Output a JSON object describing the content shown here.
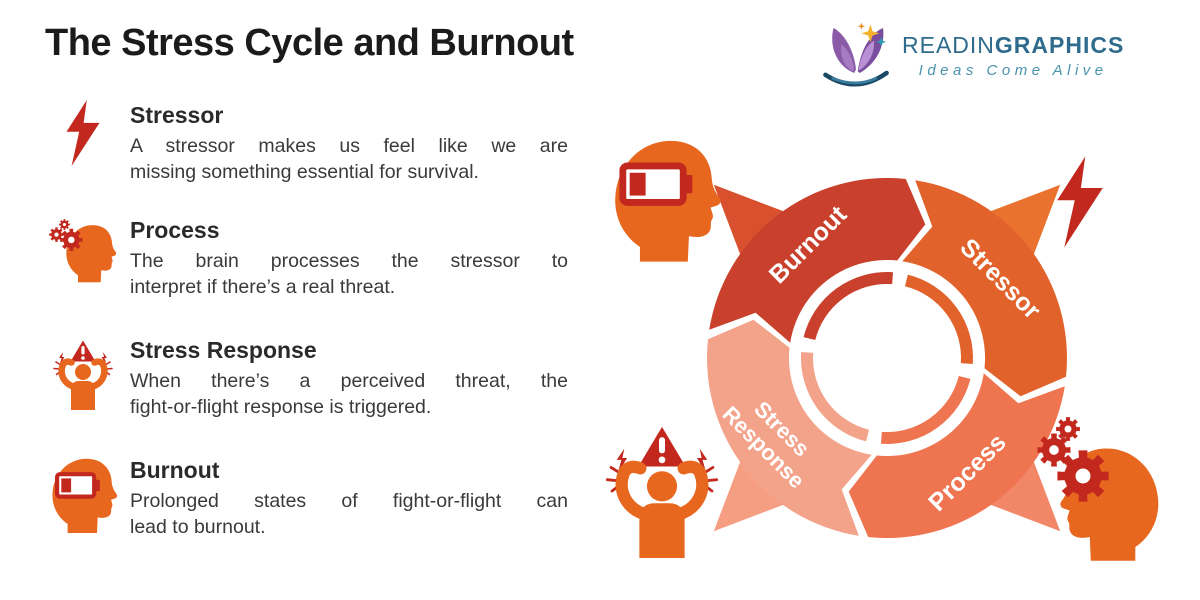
{
  "page": {
    "title": "The Stress Cycle and Burnout",
    "background": "#FFFFFF"
  },
  "logo": {
    "brand_prefix": "READIN",
    "brand_suffix": "GRAPHICS",
    "tagline": "Ideas Come Alive",
    "colors": {
      "brand": "#2F6B8C",
      "tagline": "#4B93AD",
      "book_purple": "#8C5BA8",
      "book_purple_light": "#A77BC4",
      "swoosh_navy": "#1B4A66",
      "star_yellow": "#F3B229",
      "star_teal": "#2E9BB5",
      "star_orange": "#EE8822"
    }
  },
  "sections": [
    {
      "id": "stressor",
      "icon": "lightning-bolt-icon",
      "title": "Stressor",
      "description_lines": [
        "A stressor makes us feel like we are",
        "missing something essential for survival."
      ]
    },
    {
      "id": "process",
      "icon": "head-gears-icon",
      "title": "Process",
      "description_lines": [
        "The brain processes the stressor to",
        "interpret if there’s a real threat."
      ]
    },
    {
      "id": "stress-response",
      "icon": "stressed-person-icon",
      "title": "Stress Response",
      "description_lines": [
        "When there’s a perceived threat, the",
        "fight-or-flight response is triggered."
      ]
    },
    {
      "id": "burnout",
      "icon": "head-battery-icon",
      "title": "Burnout",
      "description_lines": [
        "Prolonged states of fight-or-flight can",
        "lead to burnout."
      ]
    }
  ],
  "cycle": {
    "direction": "clockwise",
    "segments": [
      {
        "id": "burnout",
        "label": "Burnout",
        "color": "#C9402C"
      },
      {
        "id": "stressor",
        "label": "Stressor",
        "color": "#E2622C"
      },
      {
        "id": "process",
        "label": "Process",
        "color": "#EF7450"
      },
      {
        "id": "stress-response",
        "label": "Stress Response",
        "label_line1": "Stress",
        "label_line2": "Response",
        "color": "#F4A38B"
      }
    ],
    "spikes": [
      {
        "position": "top-left",
        "color": "#D8502E"
      },
      {
        "position": "top-right",
        "color": "#E8722E"
      },
      {
        "position": "bottom-right",
        "color": "#F28767"
      },
      {
        "position": "bottom-left",
        "color": "#F59E82"
      }
    ],
    "corner_icons": [
      {
        "name": "head-battery-icon",
        "position": "top-left"
      },
      {
        "name": "lightning-bolt-icon",
        "position": "top-right"
      },
      {
        "name": "head-gears-icon",
        "position": "bottom-right"
      },
      {
        "name": "stressed-person-icon",
        "position": "bottom-left"
      }
    ]
  },
  "colors": {
    "accent_red": "#C2281E",
    "icon_orange": "#E8671F",
    "title_text": "#1B1B1B",
    "heading_text": "#2A2A2A",
    "body_text": "#3A3A3A"
  }
}
